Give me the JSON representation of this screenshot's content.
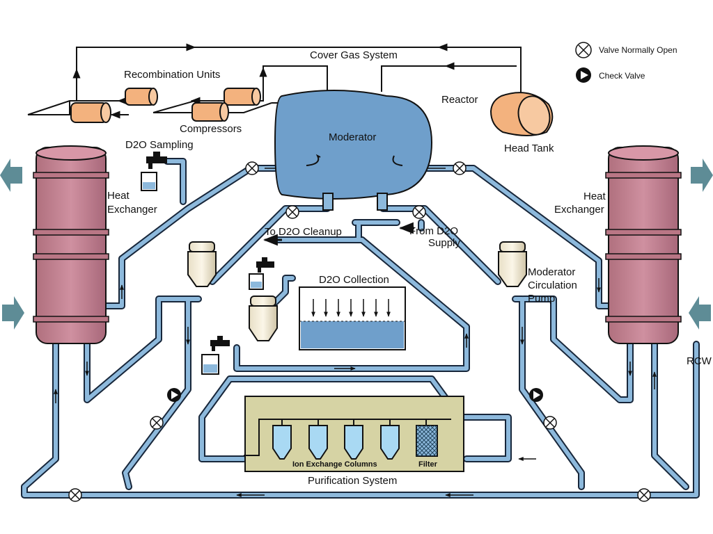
{
  "labels": {
    "cover_gas_system": "Cover Gas System",
    "recombination_units": "Recombination Units",
    "compressors": "Compressors",
    "reactor": "Reactor",
    "moderator": "Moderator",
    "head_tank": "Head Tank",
    "d2o_sampling": "D2O Sampling",
    "heat_exchanger_left_1": "Heat",
    "heat_exchanger_left_2": "Exchanger",
    "heat_exchanger_right_1": "Heat",
    "heat_exchanger_right_2": "Exchanger",
    "to_d2o_cleanup": "To D2O Cleanup",
    "from_d2o_supply_1": "From D2O",
    "from_d2o_supply_2": "Supply",
    "d2o_collection": "D2O Collection",
    "moderator_circulation_pump_1": "Moderator",
    "moderator_circulation_pump_2": "Circulation",
    "moderator_circulation_pump_3": "Pump",
    "ion_exchange_columns": "Ion Exchange Columns",
    "filter": "Filter",
    "purification_system": "Purification System",
    "rcw": "RCW"
  },
  "legend": {
    "valve_normally_open": "Valve Normally Open",
    "check_valve": "Check Valve"
  },
  "colors": {
    "moderator_tank": "#6f9fcb",
    "pipe_fill": "#8db9dc",
    "pipe_outline": "#17263a",
    "heat_exchanger": "#c27f8e",
    "recombiner": "#f3b27e",
    "purification_box": "#d6d3a4",
    "ion_column": "#a9d9f3",
    "rcw_arrow": "#5e8c96"
  }
}
